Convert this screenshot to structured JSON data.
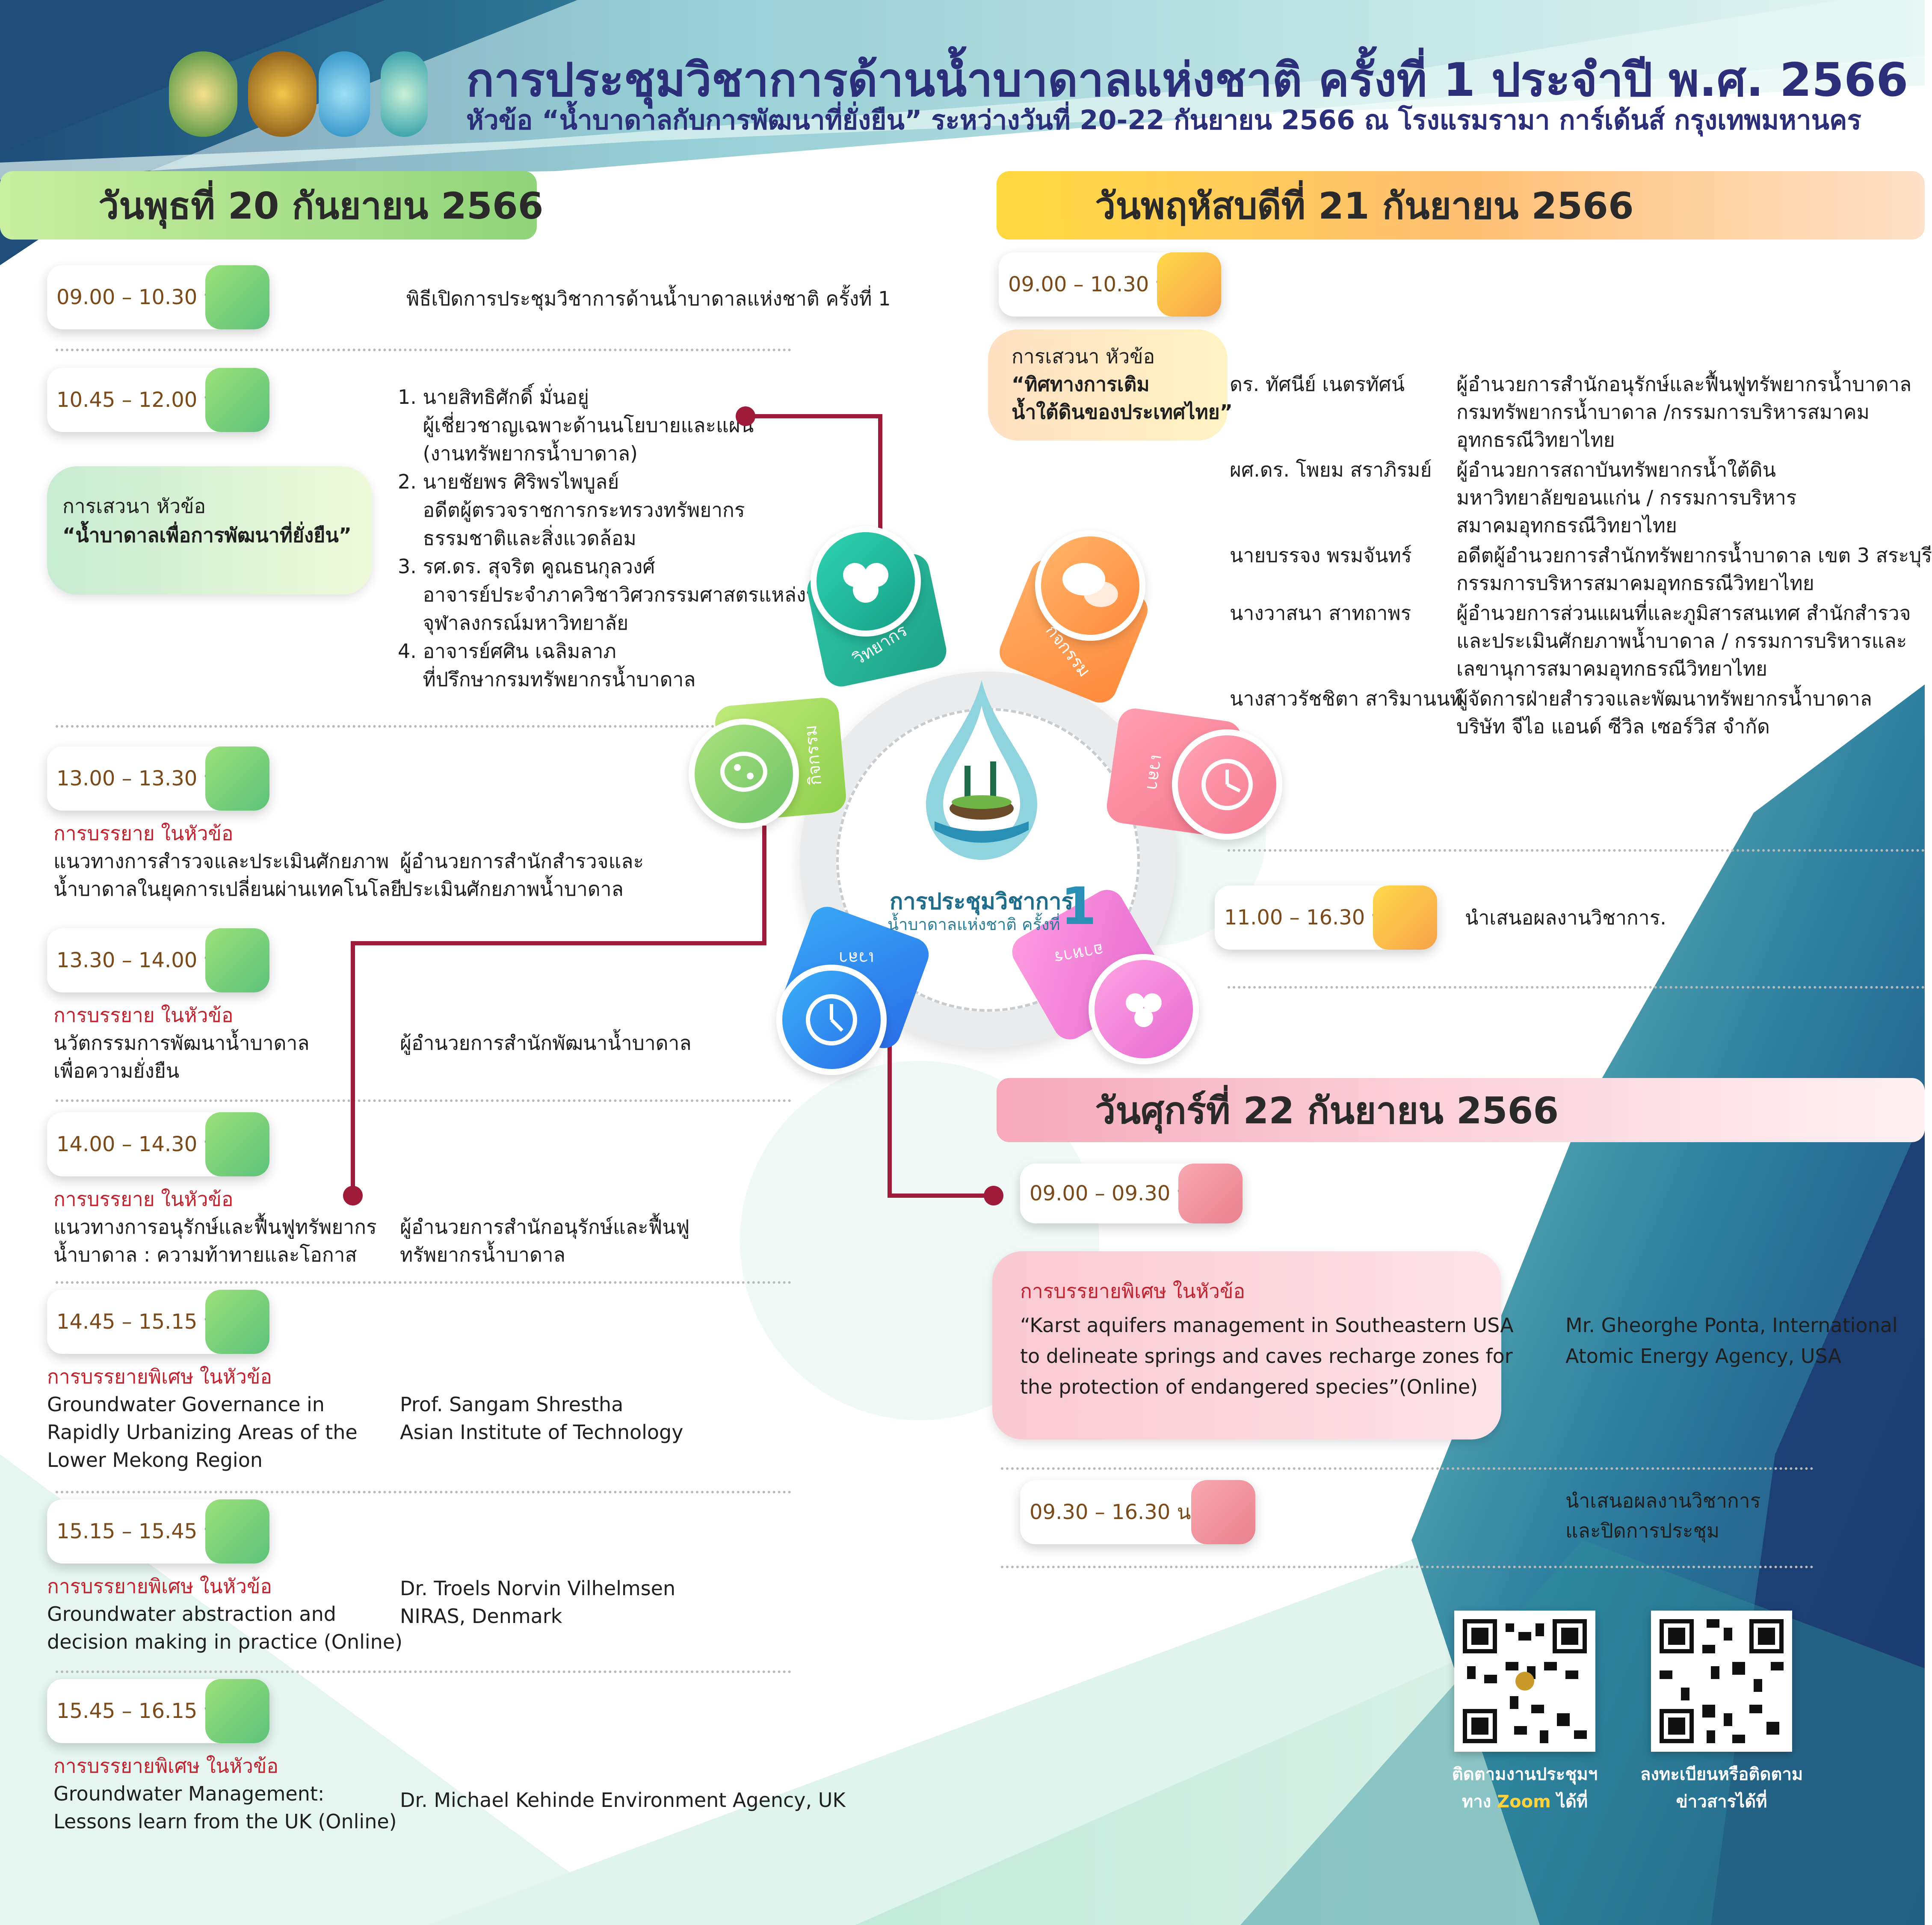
{
  "header": {
    "title": "การประชุมวิชาการด้านน้ำบาดาลแห่งชาติ ครั้งที่  1 ประจำปี พ.ศ. 2566",
    "subtitle": "หัวข้อ “น้ำบาดาลกับการพัฒนาที่ยั่งยืน” ระหว่างวันที่ 20-22 กันยายน 2566  ณ โรงแรมรามา การ์เด้นส์ กรุงเทพมหานคร"
  },
  "day1": {
    "heading": "วันพุธที่ 20 กันยายน 2566",
    "s1": {
      "time": "09.00 – 10.30 น.",
      "desc": "พิธีเปิดการประชุมวิชาการด้านน้ำบาดาลแห่งชาติ ครั้งที่ 1"
    },
    "s2": {
      "time": "10.45 – 12.00 น.",
      "topic_prefix": "การเสวนา หัวข้อ",
      "topic": "“น้ำบาดาลเพื่อการพัฒนาที่ยั่งยืน”",
      "speakers": [
        "1. นายสิทธิศักดิ์ มั่นอยู่",
        "    ผู้เชี่ยวชาญเฉพาะด้านนโยบายและแผน",
        "    (งานทรัพยากรน้ำบาดาล)",
        "2. นายชัยพร ศิริพรไพบูลย์",
        "    อดีตผู้ตรวจราชการกระทรวงทรัพยากร",
        "    ธรรมชาติและสิ่งแวดล้อม",
        "3. รศ.ดร. สุจริต คูณธนกุลวงศ์",
        "    อาจารย์ประจำภาควิชาวิศวกรรมศาสตรแหล่งน้ำ",
        "    จุฬาลงกรณ์มหาวิทยาลัย",
        "4. อาจารย์ศศิน เฉลิมลาภ",
        "    ที่ปรึกษากรมทรัพยากรน้ำบาดาล"
      ]
    },
    "s3": {
      "time": "13.00 – 13.30 น.",
      "label": "การบรรยาย ในหัวข้อ",
      "topic1": "แนวทางการสำรวจและประเมินศักยภาพ",
      "topic2": "น้ำบาดาลในยุคการเปลี่ยนผ่านเทคโนโลยี",
      "sp1": "ผู้อำนวยการสำนักสำรวจและ",
      "sp2": "ประเมินศักยภาพน้ำบาดาล"
    },
    "s4": {
      "time": "13.30 – 14.00 น.",
      "label": "การบรรยาย ในหัวข้อ",
      "topic1": "นวัตกรรมการพัฒนาน้ำบาดาล",
      "topic2": "เพื่อความยั่งยืน",
      "sp1": "ผู้อำนวยการสำนักพัฒนาน้ำบาดาล"
    },
    "s5": {
      "time": "14.00 – 14.30 น.",
      "label": "การบรรยาย ในหัวข้อ",
      "topic1": "แนวทางการอนุรักษ์และฟื้นฟูทรัพยากร",
      "topic2": "น้ำบาดาล : ความท้าทายและโอกาส",
      "sp1": "ผู้อำนวยการสำนักอนุรักษ์และฟื้นฟู",
      "sp2": "ทรัพยากรน้ำบาดาล"
    },
    "s6": {
      "time": "14.45 – 15.15 น.",
      "label": "การบรรยายพิเศษ  ในหัวข้อ",
      "topic1": "Groundwater Governance in",
      "topic2": "Rapidly Urbanizing Areas of the",
      "topic3": "Lower Mekong Region",
      "sp1": "Prof. Sangam Shrestha",
      "sp2": "Asian Institute of Technology"
    },
    "s7": {
      "time": "15.15 – 15.45 น.",
      "label": "การบรรยายพิเศษ  ในหัวข้อ",
      "topic1": "Groundwater abstraction and",
      "topic2": "decision making in practice (Online)",
      "sp1": "Dr. Troels Norvin Vilhelmsen",
      "sp2": "NIRAS, Denmark"
    },
    "s8": {
      "time": "15.45 – 16.15 น.",
      "label": "การบรรยายพิเศษ  ในหัวข้อ",
      "topic1": "Groundwater Management:",
      "topic2": "Lessons learn from the UK (Online)",
      "sp1": "Dr. Michael Kehinde Environment Agency, UK"
    }
  },
  "day2": {
    "heading": "วันพฤหัสบดีที่ 21 กันยายน 2566",
    "s1": {
      "time": "09.00 – 10.30 น.",
      "topic_prefix": "การเสวนา หัวข้อ",
      "topic1": "“ทิศทางการเติม",
      "topic2": "น้ำใต้ดินของประเทศไทย”",
      "panel": [
        {
          "name": "ดร. ทัศนีย์ เนตรทัศน์",
          "role": [
            "ผู้อำนวยการสำนักอนุรักษ์และฟื้นฟูทรัพยากรน้ำบาดาล",
            "กรมทรัพยากรน้ำบาดาล /กรรมการบริหารสมาคม",
            "อุทกธรณีวิทยาไทย"
          ]
        },
        {
          "name": "ผศ.ดร. โพยม สราภิรมย์",
          "role": [
            "ผู้อำนวยการสถาบันทรัพยากรน้ำใต้ดิน",
            "มหาวิทยาลัยขอนแก่น / กรรมการบริหาร",
            "สมาคมอุทกธรณีวิทยาไทย"
          ]
        },
        {
          "name": "นายบรรจง พรมจันทร์",
          "role": [
            "อดีตผู้อำนวยการสำนักทรัพยากรน้ำบาดาล เขต 3 สระบุรี",
            "กรรมการบริหารสมาคมอุทกธรณีวิทยาไทย"
          ]
        },
        {
          "name": "นางวาสนา สาทถาพร",
          "role": [
            "ผู้อำนวยการส่วนแผนที่และภูมิสารสนเทศ สำนักสำรวจ",
            "และประเมินศักยภาพน้ำบาดาล / กรรมการบริหารและ",
            "เลขานุการสมาคมอุทกธรณีวิทยาไทย"
          ]
        },
        {
          "name": "นางสาวรัชชิตา สาริมานนท์",
          "role": [
            "ผู้จัดการฝ่ายสำรวจและพัฒนาทรัพยากรน้ำบาดาล",
            "บริษัท จีไอ แอนด์ ซีวิล เซอร์วิส จำกัด"
          ]
        }
      ]
    },
    "s2": {
      "time": "11.00 – 16.30 น.",
      "desc": "นำเสนอผลงานวิชาการ."
    }
  },
  "day3": {
    "heading": "วันศุกร์ที่ 22 กันยายน 2566",
    "s1": {
      "time": "09.00 – 09.30 น.",
      "label": "การบรรยายพิเศษ ในหัวข้อ",
      "topic1": "“Karst aquifers management in Southeastern USA",
      "topic2": "to delineate springs and caves recharge zones for",
      "topic3": "the protection of endangered species”(Online)",
      "sp1": "Mr. Gheorghe Ponta, International",
      "sp2": "Atomic Energy Agency, USA"
    },
    "s2": {
      "time": "09.30  – 16.30 น.",
      "desc1": "นำเสนอผลงานวิชาการ",
      "desc2": "และปิดการประชุม"
    }
  },
  "wheel": {
    "center1": "การประชุมวิชาการ",
    "center2": "น้ำบาดาลแห่งชาติ ครั้งที่",
    "center_num": "1",
    "petals": [
      "วิทยากร",
      "กิจกรรม",
      "เวลา",
      "อาหาร",
      "เวลา",
      "กิจกรรม"
    ]
  },
  "qr": {
    "zoom1": "ติดตามงานประชุมฯ",
    "zoom2_pre": "ทาง ",
    "zoom2_hl": "Zoom",
    "zoom2_post": " ได้ที่",
    "reg1": "ลงทะเบียนหรือติดตาม",
    "reg2": "ข่าวสารได้ที่"
  },
  "colors": {
    "title": "#2b2f7a",
    "accent_line": "#9e1b3a",
    "day1": "#8fd47a",
    "day2": "#ffc947",
    "day3": "#f4a6b4"
  }
}
